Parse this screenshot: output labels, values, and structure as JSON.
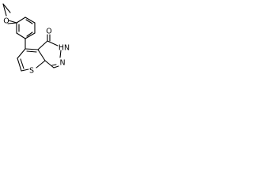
{
  "diagram": {
    "atoms": {
      "ether_oxygen": "O",
      "carbonyl_oxygen": "O",
      "ring_nh": "HN",
      "ring_n": "N",
      "thiophene_s": "S"
    },
    "colors": {
      "bond": "#000000",
      "background": "#ffffff"
    }
  }
}
